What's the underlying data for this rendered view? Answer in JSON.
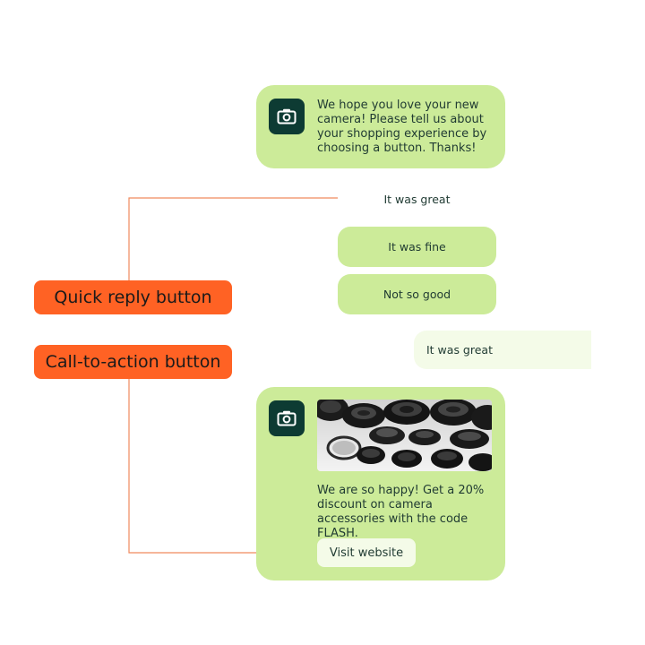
{
  "labels": {
    "quick_reply": "Quick reply button",
    "call_to_action": "Call-to-action button"
  },
  "message_top": {
    "text": "We hope you love your new camera! Please tell us about your shopping experience by choosing a button. Thanks!",
    "avatar_icon": "camera-icon"
  },
  "quick_replies": {
    "first": "It was great",
    "second": "It was fine",
    "third": "Not so good"
  },
  "user_reply": {
    "text": "It was great"
  },
  "message_bottom": {
    "text": "We are so happy! Get a 20% discount on camera accessories with the code FLASH.",
    "button_label": "Visit website",
    "avatar_icon": "camera-icon",
    "image": "camera-lenses-photo"
  },
  "colors": {
    "label_orange": "#ff6224",
    "bubble_green": "#cceb99",
    "light_green": "#f4fbe8",
    "avatar_dark": "#0d3b33",
    "connector": "#f08a5d"
  }
}
